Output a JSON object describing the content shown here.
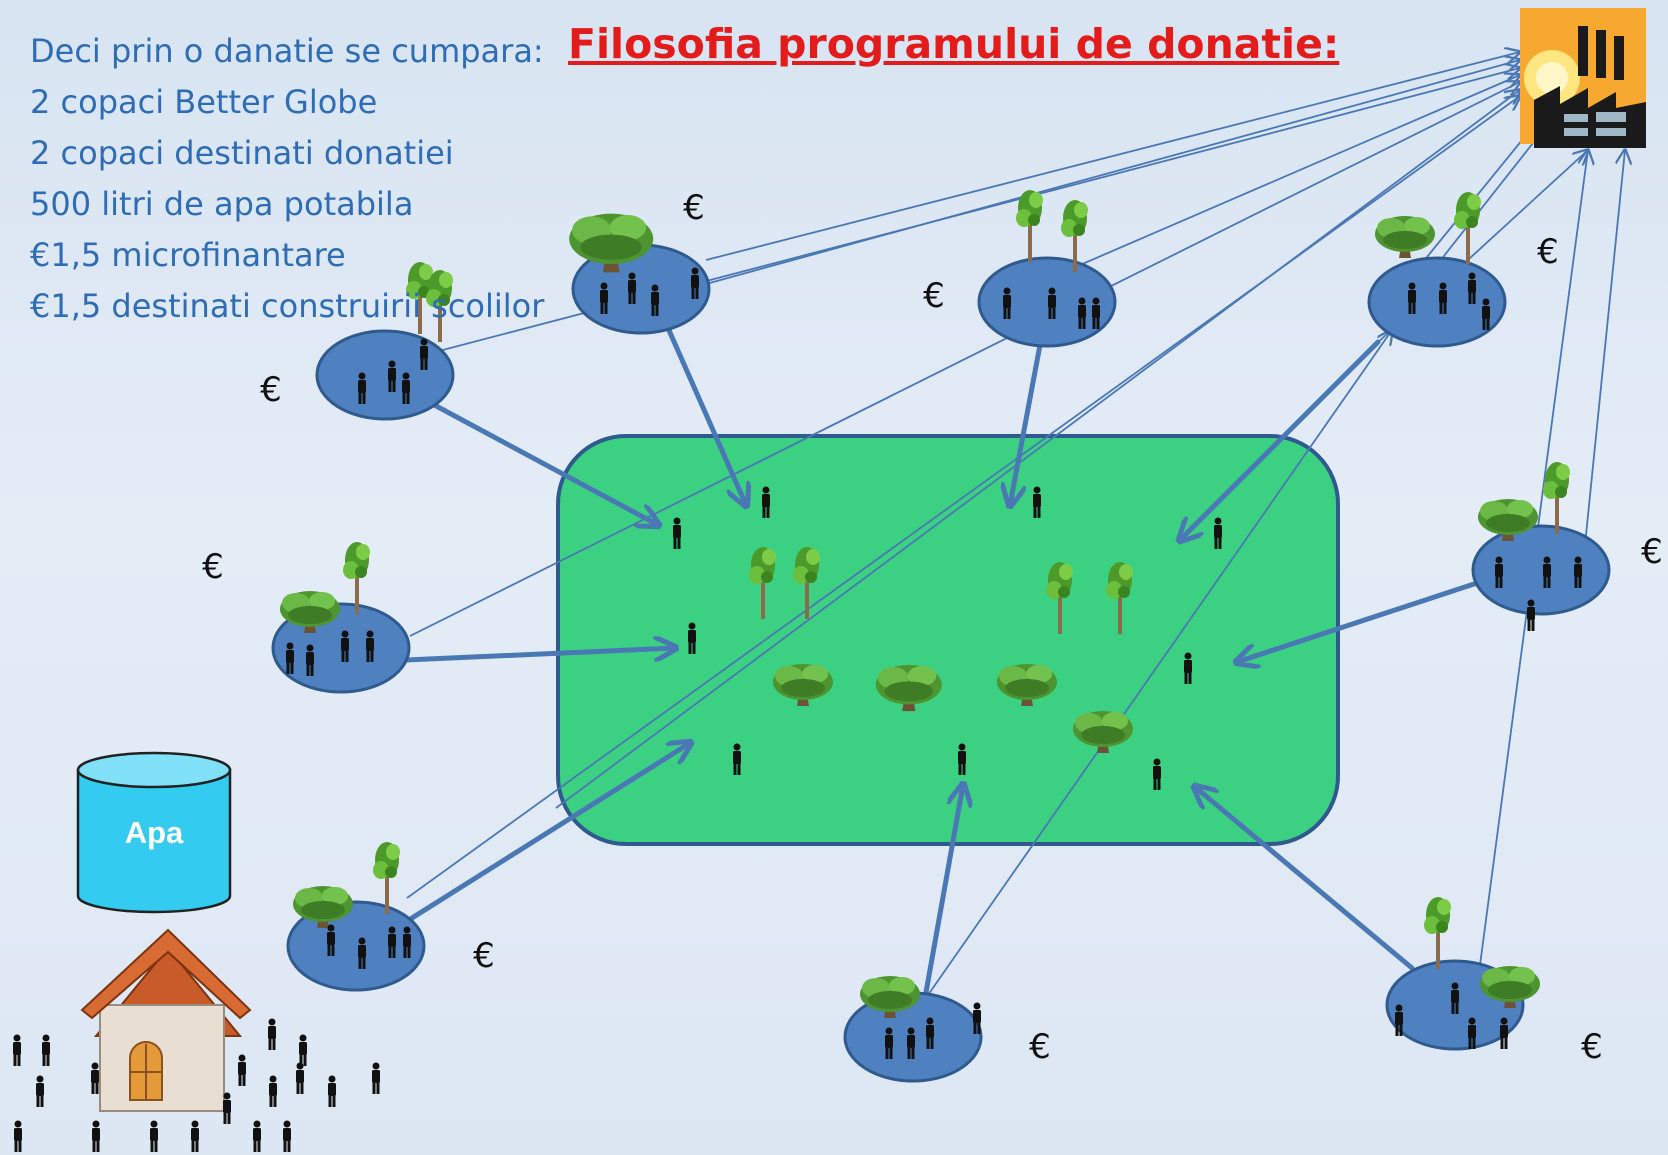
{
  "title": "Filosofia programului de donatie:",
  "intro_lines": [
    "Deci prin o danatie se cumpara:",
    "2 copaci Better Globe",
    "2 copaci destinati donatiei",
    "500 litri de apa potabila",
    "€1,5 microfinantare",
    "€1,5 destinati construirii scolilor"
  ],
  "euro_symbol": "€",
  "water_label": "Apa",
  "colors": {
    "background": "#dde7f3",
    "plantation_fill": "#3cd182",
    "plantation_border": "#2e5a8e",
    "circle_fill": "#4f80c0",
    "arrow": "#4a78b5",
    "title": "#e31b1b",
    "intro_text": "#2e6db5",
    "water_tank": "#33ccf0"
  },
  "icons": [
    "factory-icon",
    "house-icon",
    "water-tank-icon",
    "tree-icon",
    "bush-icon",
    "person-icon",
    "euro-sign"
  ]
}
